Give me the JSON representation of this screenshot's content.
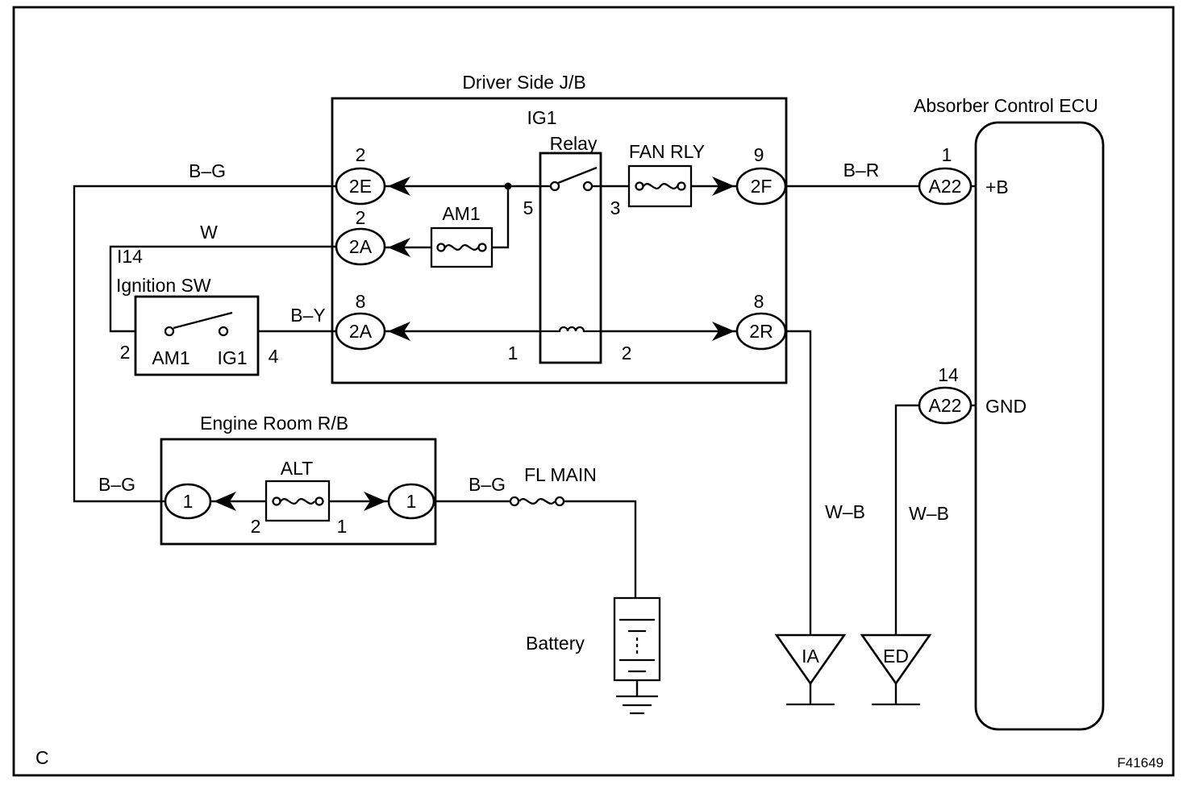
{
  "page": {
    "corner_label": "C",
    "figure_id": "F41649"
  },
  "driver_side_jb": {
    "title": "Driver Side J/B",
    "ig1_relay": {
      "label_line1": "IG1",
      "label_line2": "Relay",
      "pin_5": "5",
      "pin_3": "3",
      "pin_1": "1",
      "pin_2": "2"
    },
    "fan_rly_label": "FAN RLY",
    "am1_fuse_label": "AM1",
    "conn_2e": {
      "pin": "2",
      "label": "2E"
    },
    "conn_2a_upper": {
      "pin": "2",
      "label": "2A"
    },
    "conn_2a_lower": {
      "pin": "8",
      "label": "2A"
    },
    "conn_2f": {
      "pin": "9",
      "label": "2F"
    },
    "conn_2r": {
      "pin": "8",
      "label": "2R"
    }
  },
  "ignition_sw": {
    "connector_id": "I14",
    "title": "Ignition SW",
    "terminal_am1": "AM1",
    "terminal_ig1": "IG1",
    "pin_2": "2",
    "pin_4": "4"
  },
  "engine_room_rb": {
    "title": "Engine Room R/B",
    "alt_fuse_label": "ALT",
    "conn_left": "1",
    "conn_right": "1",
    "pin_2": "2",
    "pin_1": "1"
  },
  "ecu": {
    "title": "Absorber Control ECU",
    "plus_b": {
      "pin": "1",
      "connector": "A22",
      "label": "+B"
    },
    "gnd": {
      "pin": "14",
      "connector": "A22",
      "label": "GND"
    }
  },
  "fl_main_label": "FL MAIN",
  "battery_label": "Battery",
  "grounds": {
    "ia": "IA",
    "ed": "ED"
  },
  "wires": {
    "bg_top": "B–G",
    "w": "W",
    "by": "B–Y",
    "br": "B–R",
    "bg_left": "B–G",
    "bg_mid": "B–G",
    "wb_left": "W–B",
    "wb_right": "W–B"
  }
}
